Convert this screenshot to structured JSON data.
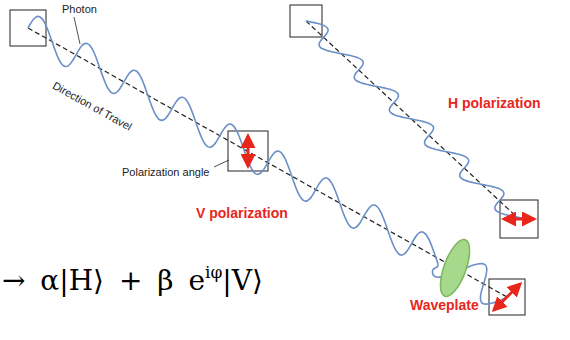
{
  "diagram": {
    "labels": [
      "Photon",
      "Direction of Travel",
      "Polarization angle",
      "V polarization",
      "H polarization",
      "Waveplate",
      "→ α|H⟩ + β e",
      "iφ",
      "|V⟩"
    ]
  }
}
